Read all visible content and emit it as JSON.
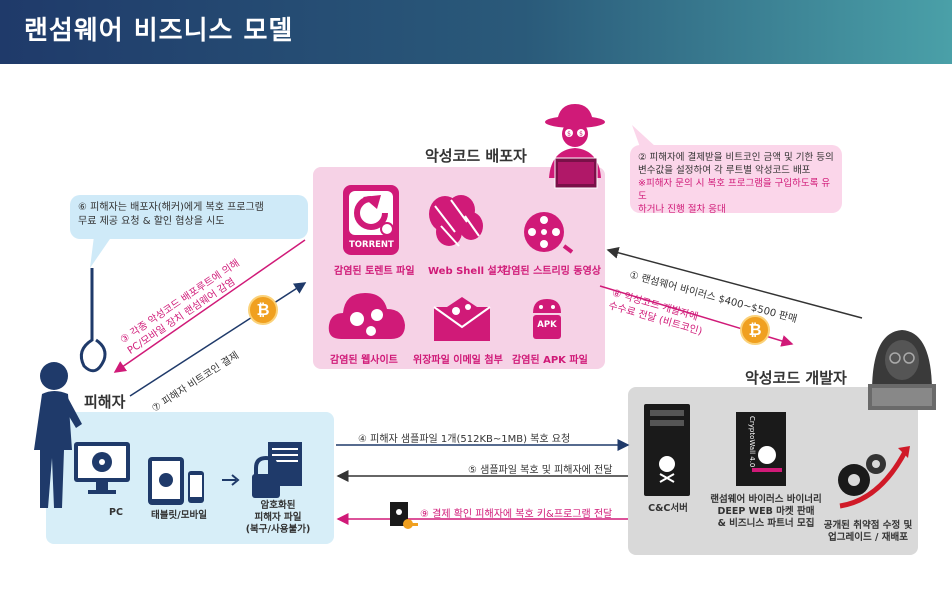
{
  "header": {
    "title": "랜섬웨어 비즈니스 모델"
  },
  "labels": {
    "distributor": "악성코드 배포자",
    "victim": "피해자",
    "developer": "악성코드 개발자"
  },
  "distribution_channels": [
    {
      "label": "감염된 토렌트 파일",
      "icon": "torrent-icon",
      "badge": "TORRENT"
    },
    {
      "label": "Web Shell 설치",
      "icon": "web-shell-icon"
    },
    {
      "label": "감염된 스트리밍 동영상",
      "icon": "film-reel-icon"
    },
    {
      "label": "감염된 웹사이트",
      "icon": "cloud-virus-icon"
    },
    {
      "label": "위장파일 이메일 첨부",
      "icon": "envelope-virus-icon"
    },
    {
      "label": "감염된 APK 파일",
      "icon": "android-apk-icon",
      "badge": "APK"
    }
  ],
  "bubbles": {
    "step2_line1": "② 피해자에 결제받을 비트코인 금액 및 기한 등의",
    "step2_line2": "변수값을 설정하여 각 루트별 악성코드 배포",
    "step2_note1": "※피해자 문의 시 복호 프로그램을 구입하도록 유도",
    "step2_note2": "하거나 진행 절차 응대",
    "step6_line1": "⑥ 피해자는 배포자(해커)에게 복호 프로그램",
    "step6_line2": "무료 제공 요청 & 할인 협상을 시도"
  },
  "steps": {
    "step1": "① 랜섬웨어 바이러스 $400~$500 판매",
    "step8_line1": "⑧ 악성코드 개발자에",
    "step8_line2": "수수료 전달 (비트코인)",
    "step3_line1": "③ 각종 악성코드 배포루트에 의해",
    "step3_line2": "PC/모바일 장치 랜섬웨어 감염",
    "step7": "⑦ 피해자 비트코인 결제",
    "step4": "④ 피해자 샘플파일 1개(512KB~1MB) 복호 요청",
    "step5": "⑤ 샘플파일 복호 및 피해자에 전달",
    "step9": "⑨ 결제 확인 피해자에 복호 키&프로그램 전달"
  },
  "victim_devices": {
    "pc": "PC",
    "tablet": "태블릿/모바일",
    "encrypted_line1": "암호화된",
    "encrypted_line2": "피해자 파일",
    "encrypted_line3": "(복구/사용불가)"
  },
  "developer_items": {
    "server": "C&C서버",
    "market_line1": "랜섬웨어 바이러스 바이너리",
    "market_line2": "DEEP WEB 마켓 판매",
    "market_line3": "& 비즈니스 파트너 모집",
    "upgrade_line1": "공개된 취약점 수정 및",
    "upgrade_line2": "업그레이드 / 재배포",
    "box_brand": "CryptoWall 4.0"
  },
  "coin_symbol": "₿",
  "colors": {
    "accent_pink": "#d01a78",
    "navy": "#1f3a6a",
    "victim_bg": "#d7eef8",
    "distributor_bg": "#f6d2e6",
    "developer_bg": "#d9d9d9",
    "bitcoin": "#f0a020"
  }
}
